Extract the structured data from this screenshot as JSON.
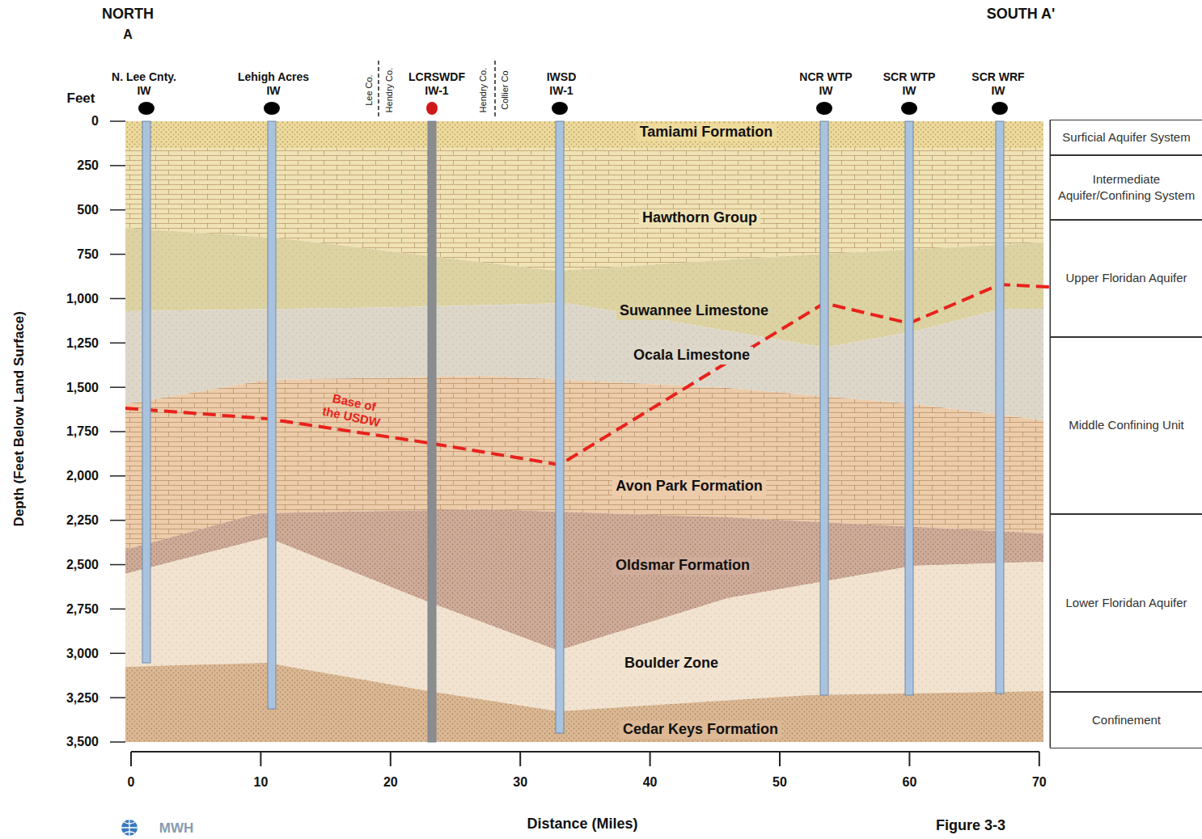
{
  "diagram": {
    "nodes": [
      {
        "text": [
          "Surficial Aquifer System"
        ]
      },
      {
        "text": [
          "Intermediate Aquifer/Confining System"
        ]
      },
      {
        "text": [
          "Upper Floridan Aquifer"
        ]
      },
      {
        "text": [
          "Middle Confining Unit"
        ]
      },
      {
        "text": [
          "Lower Floridan Aquifer"
        ]
      },
      {
        "text": [
          "Confinement"
        ]
      }
    ],
    "labels": [
      "NORTH",
      "A",
      "SOUTH A'",
      "Feet",
      "0",
      "250",
      "500",
      "750",
      "1,000",
      "1,250",
      "1,500",
      "1,750",
      "2,000",
      "2,250",
      "2,500",
      "2,750",
      "3,000",
      "3,250",
      "3,500",
      "Depth (Feet Below Land Surface)",
      "N. Lee Cnty. IW",
      "Lehigh Acres IW",
      "LCRSWDF IW-1",
      "IWSD IW-1",
      "NCR WTP IW",
      "SCR WTP IW",
      "SCR WRF IW",
      "Lee Co.",
      "Hendry Co.",
      "Hendry Co.",
      "Collier Co",
      "Tamiami Formation",
      "Hawthorn Group",
      "Suwannee Limestone",
      "Ocala Limestone",
      "Avon Park Formation",
      "Oldsmar Formation",
      "Boulder Zone",
      "Cedar Keys Formation",
      "Base of the USDW",
      "0",
      "10",
      "20",
      "30",
      "40",
      "50",
      "60",
      "70",
      "Distance (Miles)",
      "MWH",
      "Figure 3-3"
    ]
  }
}
